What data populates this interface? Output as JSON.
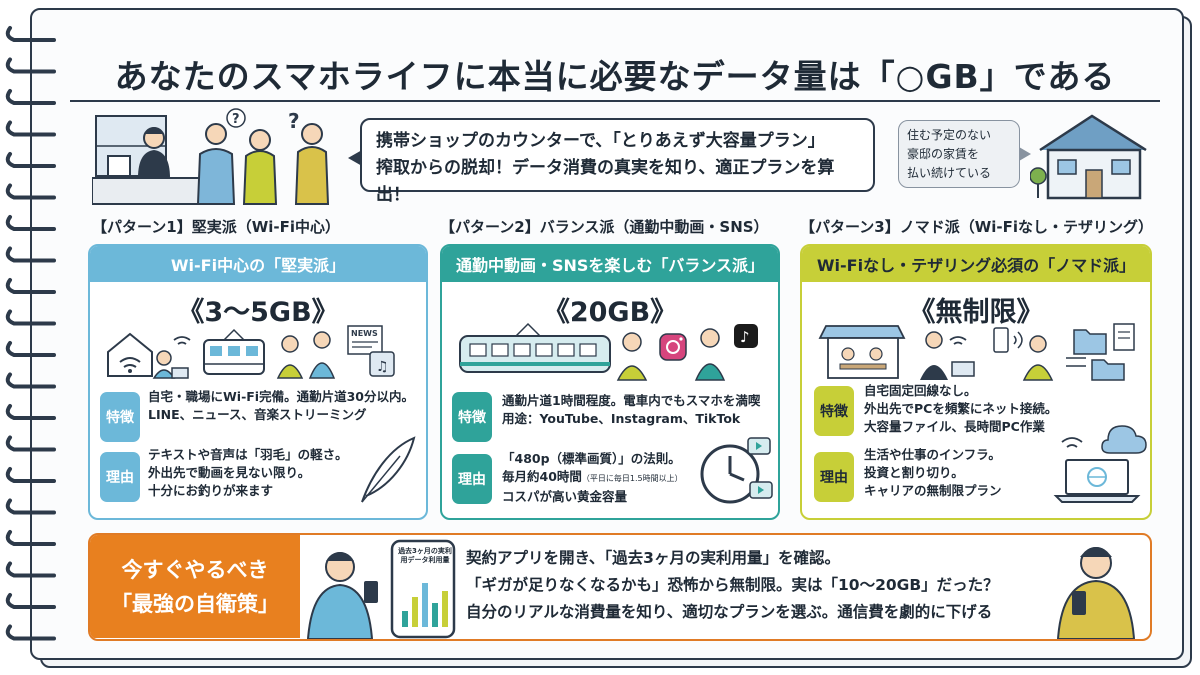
{
  "title": "あなたのスマホライフに本当に必要なデータ量は「○GB」である",
  "intro": {
    "line1": "携帯ショップのカウンターで、「とりあえず大容量プラン」",
    "line2": "搾取からの脱却！データ消費の真実を知り、適正プランを算出！",
    "side_line1": "住む予定のない",
    "side_line2": "豪邸の家賃を",
    "side_line3": "払い続けている"
  },
  "patterns": [
    {
      "heading": "【パターン1】堅実派（Wi-Fi中心）",
      "banner": "Wi-Fi中心の「堅実派」",
      "value": "《3〜5GB》",
      "feature_label": "特徴",
      "feature_line1": "自宅・職場にWi-Fi完備。通勤片道30分以内。",
      "feature_line2": "LINE、ニュース、音楽ストリーミング",
      "reason_label": "理由",
      "reason_line1": "テキストや音声は「羽毛」の軽さ。",
      "reason_line2": "外出先で動画を見ない限り。",
      "reason_line3": "十分にお釣りが来ます",
      "news_label": "NEWS"
    },
    {
      "heading": "【パターン2】バランス派（通勤中動画・SNS）",
      "banner": "通勤中動画・SNSを楽しむ「バランス派」",
      "value": "《20GB》",
      "feature_label": "特徴",
      "feature_line1": "通勤片道1時間程度。電車内でもスマホを満喫",
      "feature_line2": "用途：YouTube、Instagram、TikTok",
      "reason_label": "理由",
      "reason_line1": "「480p（標準画質）」の法則。",
      "reason_line2": "毎月約40時間",
      "reason_note": "（平日に毎日1.5時間以上）",
      "reason_line3": "コスパが高い黄金容量"
    },
    {
      "heading": "【パターン3】ノマド派（Wi-Fiなし・テザリング）",
      "banner": "Wi-Fiなし・テザリング必須の「ノマド派」",
      "value": "《無制限》",
      "feature_label": "特徴",
      "feature_line1": "自宅固定回線なし。",
      "feature_line2": "外出先でPCを頻繁にネット接続。",
      "feature_line3": "大容量ファイル、長時間PC作業",
      "reason_label": "理由",
      "reason_line1": "生活や仕事のインフラ。",
      "reason_line2": "投資と割り切り。",
      "reason_line3": "キャリアの無制限プラン"
    }
  ],
  "bottom": {
    "tag_line1": "今すぐやるべき",
    "tag_line2": "「最強の自衛策」",
    "phone_caption": "過去3ヶ月の実利用データ利用量",
    "line1": "契約アプリを開き、「過去3ヶ月の実利用量」を確認。",
    "line2": "「ギガが足りなくなるかも」恐怖から無制限。実は「10〜20GB」だった？",
    "line3": "自分のリアルな消費量を知り、適切なプランを選ぶ。通信費を劇的に下げる"
  },
  "colors": {
    "ink": "#2d3a4a",
    "blue": "#6cb8d9",
    "teal": "#2fa39a",
    "lime": "#c7cf38",
    "orange": "#e8801f",
    "skin": "#f6d7b8"
  },
  "icons": [
    "question-mark-icon",
    "wifi-icon",
    "train-icon",
    "instagram-icon",
    "tiktok-icon",
    "clock-icon",
    "play-icon",
    "feather-icon",
    "laptop-icon",
    "cloud-icon",
    "folder-icon",
    "smartphone-icon",
    "house-icon"
  ]
}
